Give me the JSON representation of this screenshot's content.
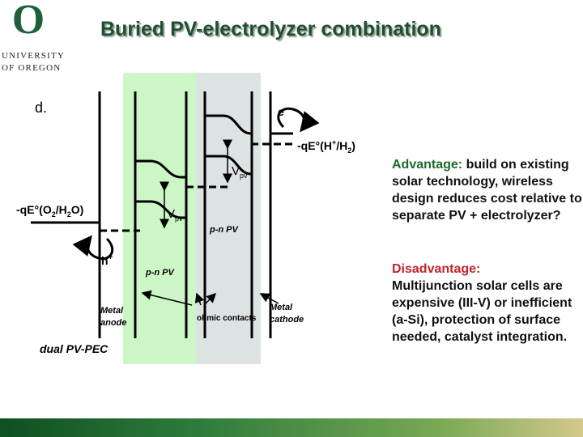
{
  "logo": {
    "mark": "O",
    "line1": "UNIVERSITY",
    "line2": "OF OREGON"
  },
  "title": "Buried PV-electrolyzer combination",
  "diagram": {
    "panel_letter": "d.",
    "electron": "e",
    "electron_sup": "-",
    "hole": "h",
    "hole_sup": "+",
    "h_level_label": "-qE°(H",
    "h_level_rest": "/H",
    "o_level_label": "-qE°(O",
    "o_level_rest": "/H",
    "o_level_tail": "O)",
    "vpv": "V",
    "vpv_sub": "pv",
    "pn_upper": "p-n PV",
    "pn_lower": "p-n PV",
    "metal_anode_1": "Metal",
    "metal_anode_2": "anode",
    "ohmic": "ohmic contacts",
    "metal_cathode_1": "Metal",
    "metal_cathode_2": "cathode",
    "caption": "dual PV-PEC"
  },
  "advantage": {
    "heading": "Advantage:",
    "text": " build on existing solar technology, wireless design reduces cost relative to separate PV + electrolyzer?"
  },
  "disadvantage": {
    "heading": "Disadvantage:",
    "text": "Multijunction solar cells are expensive (III-V) or inefficient (a-Si), protection of surface needed, catalyst integration."
  },
  "colors": {
    "green_region": "#cdf6c6",
    "gray_region": "#dde2e2",
    "title_color": "#1f4f2f",
    "advantage_color": "#1c6a2c",
    "disadvantage_color": "#c0252b"
  }
}
